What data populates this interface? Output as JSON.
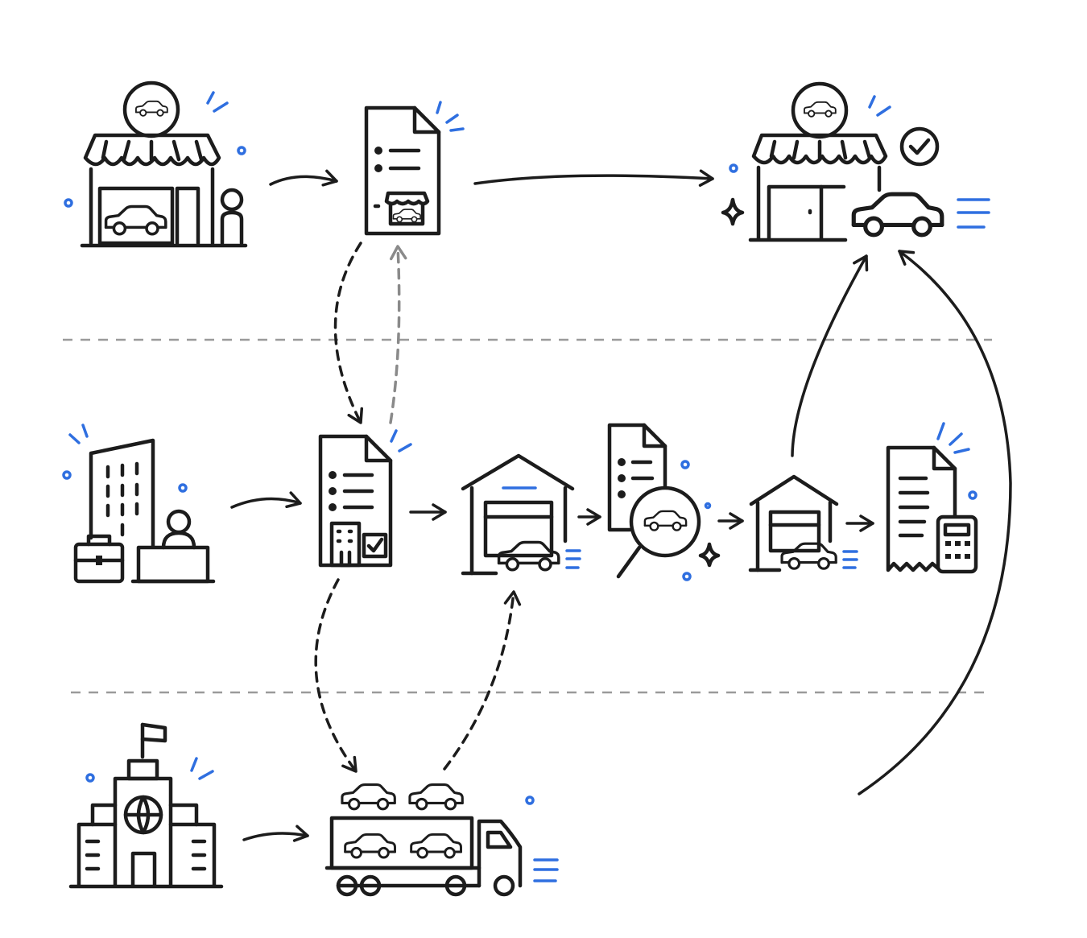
{
  "diagram": {
    "lanes": 3,
    "nodes": [
      {
        "id": "dealership",
        "icon": "car-dealership-storefront-icon",
        "lane": 1
      },
      {
        "id": "order-document",
        "icon": "order-document-icon",
        "lane": 1
      },
      {
        "id": "delivered-dealership",
        "icon": "dealership-delivered-car-icon",
        "lane": 1
      },
      {
        "id": "company",
        "icon": "company-office-icon",
        "lane": 2
      },
      {
        "id": "approved-document",
        "icon": "approved-document-icon",
        "lane": 2
      },
      {
        "id": "warehouse",
        "icon": "warehouse-icon",
        "lane": 2
      },
      {
        "id": "inspection",
        "icon": "car-inspection-icon",
        "lane": 2
      },
      {
        "id": "storage-garage",
        "icon": "storage-garage-icon",
        "lane": 2
      },
      {
        "id": "invoice",
        "icon": "invoice-calculator-icon",
        "lane": 2
      },
      {
        "id": "government",
        "icon": "government-building-icon",
        "lane": 3
      },
      {
        "id": "car-carrier",
        "icon": "car-carrier-truck-icon",
        "lane": 3
      }
    ],
    "edges": [
      {
        "from": "dealership",
        "to": "order-document",
        "style": "solid"
      },
      {
        "from": "order-document",
        "to": "delivered-dealership",
        "style": "solid"
      },
      {
        "from": "order-document",
        "to": "approved-document",
        "style": "dashed"
      },
      {
        "from": "approved-document",
        "to": "order-document",
        "style": "dashed-grey"
      },
      {
        "from": "company",
        "to": "approved-document",
        "style": "solid"
      },
      {
        "from": "approved-document",
        "to": "warehouse",
        "style": "solid"
      },
      {
        "from": "warehouse",
        "to": "inspection",
        "style": "solid"
      },
      {
        "from": "inspection",
        "to": "storage-garage",
        "style": "solid"
      },
      {
        "from": "storage-garage",
        "to": "invoice",
        "style": "solid"
      },
      {
        "from": "storage-garage",
        "to": "delivered-dealership",
        "style": "solid"
      },
      {
        "from": "approved-document",
        "to": "car-carrier",
        "style": "dashed"
      },
      {
        "from": "car-carrier",
        "to": "warehouse",
        "style": "dashed"
      },
      {
        "from": "government",
        "to": "car-carrier",
        "style": "solid"
      },
      {
        "from": "car-carrier",
        "to": "delivered-dealership",
        "style": "solid"
      }
    ],
    "colors": {
      "ink": "#1c1c1c",
      "accent": "#2f6fe0",
      "lane": "#9a9a9a"
    }
  }
}
